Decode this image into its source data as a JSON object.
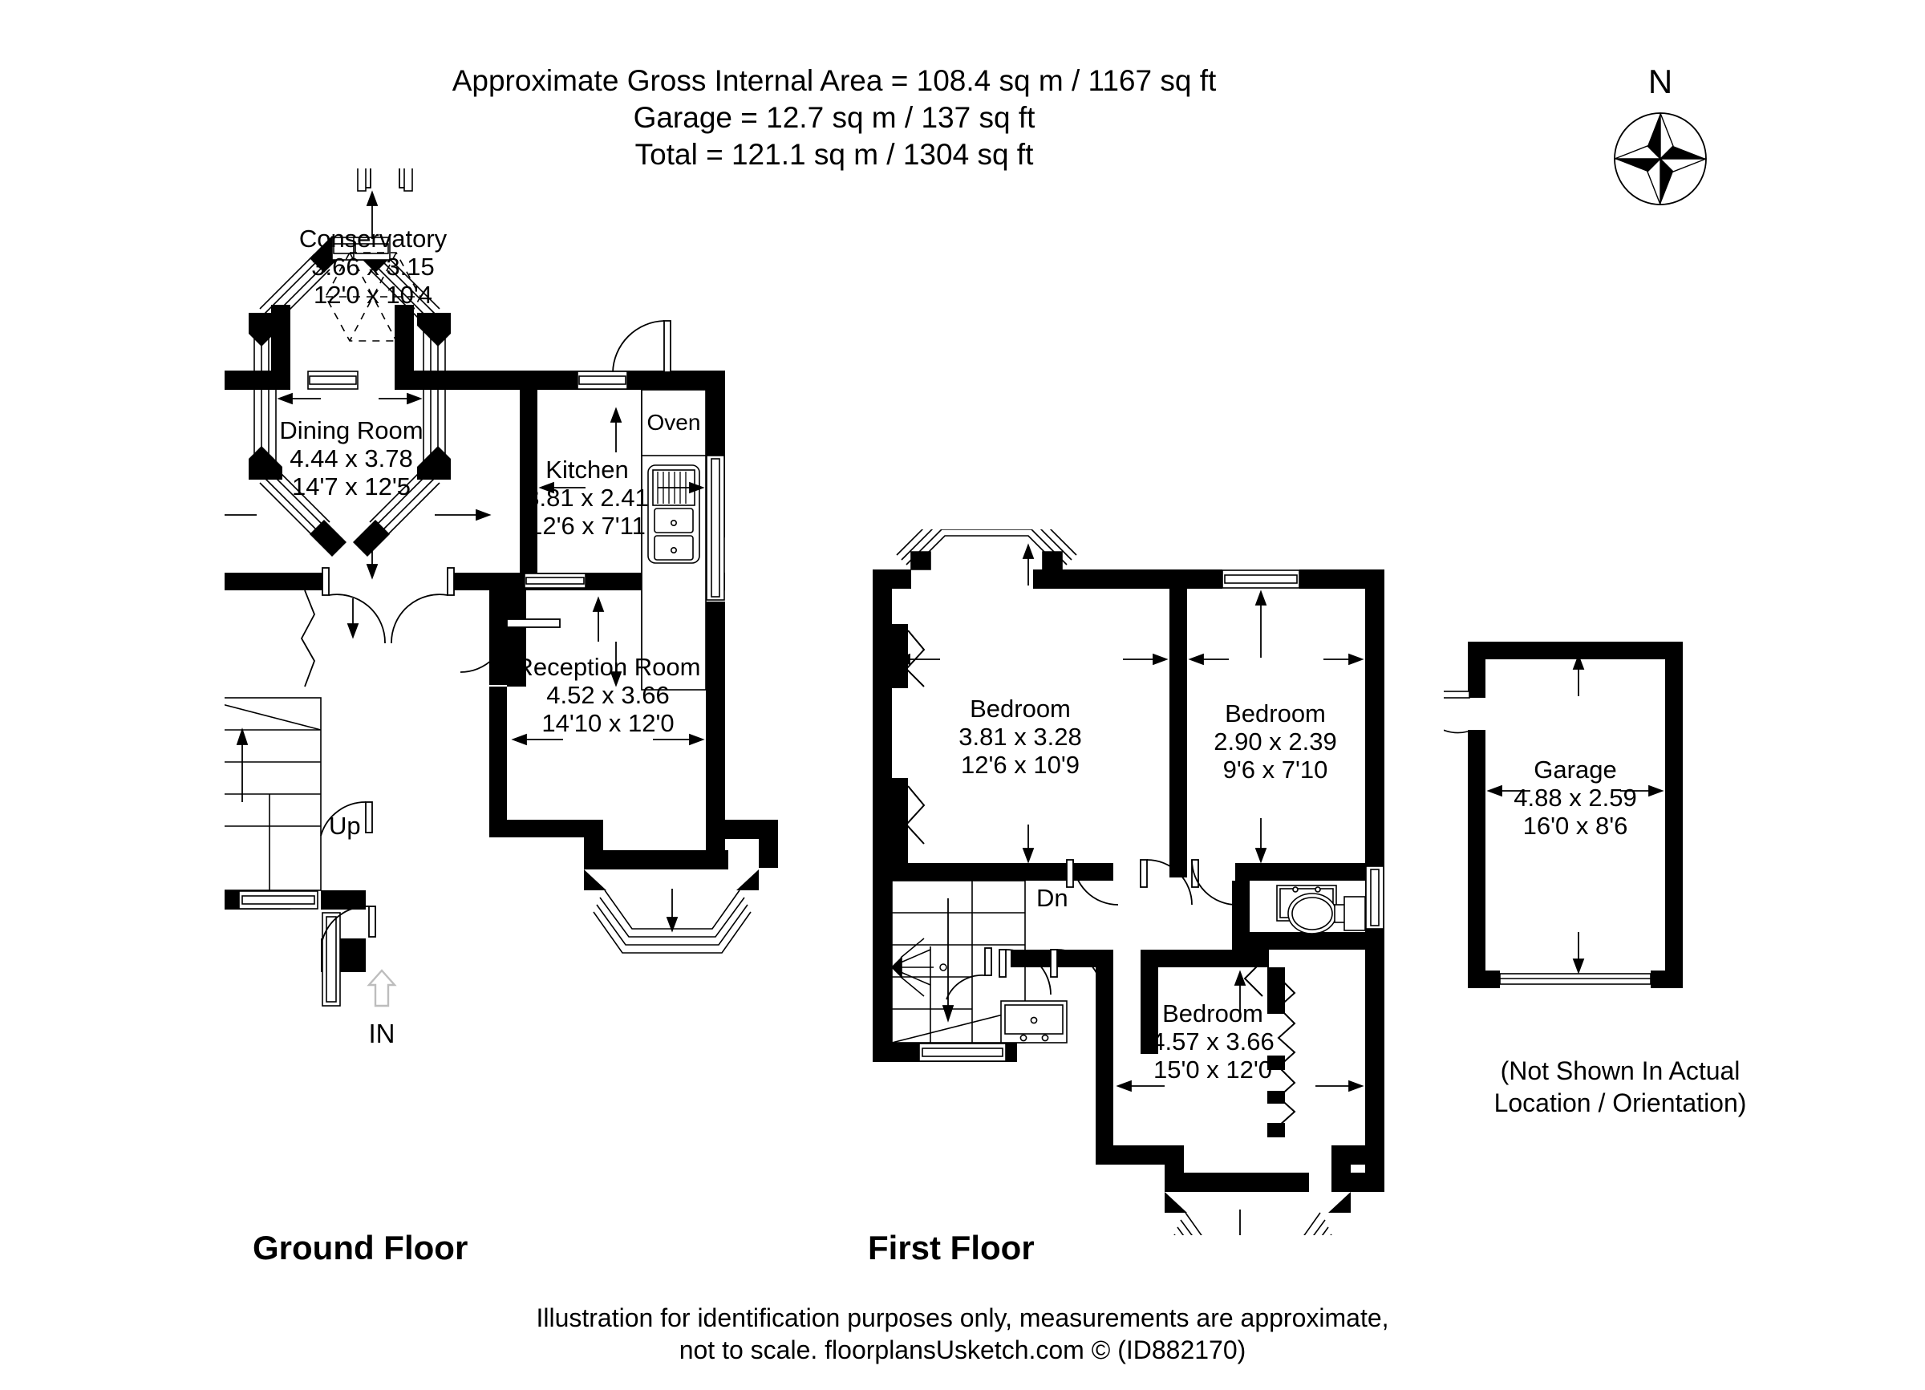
{
  "header": {
    "line1": "Approximate Gross Internal Area = 108.4 sq m / 1167 sq ft",
    "line2": "Garage = 12.7 sq m / 137 sq ft",
    "line3": "Total = 121.1 sq m / 1304 sq ft"
  },
  "compass": {
    "north_label": "N",
    "icon": "compass-rose-icon"
  },
  "floors": {
    "ground": {
      "caption": "Ground Floor",
      "entry_label": "IN",
      "stair_label": "Up",
      "rooms": [
        {
          "name": "Conservatory",
          "dim_metric": "3.66 x 3.15",
          "dim_imperial": "12'0 x 10'4"
        },
        {
          "name": "Dining Room",
          "dim_metric": "4.44 x 3.78",
          "dim_imperial": "14'7 x 12'5"
        },
        {
          "name": "Kitchen",
          "dim_metric": "3.81 x 2.41",
          "dim_imperial": "12'6 x 7'11"
        },
        {
          "name": "Reception Room",
          "dim_metric": "4.52 x 3.66",
          "dim_imperial": "14'10 x 12'0"
        }
      ],
      "fixtures": [
        {
          "label": "Oven"
        }
      ]
    },
    "first": {
      "caption": "First Floor",
      "stair_label": "Dn",
      "rooms": [
        {
          "name": "Bedroom",
          "dim_metric": "3.81 x 3.28",
          "dim_imperial": "12'6 x 10'9"
        },
        {
          "name": "Bedroom",
          "dim_metric": "2.90 x 2.39",
          "dim_imperial": "9'6 x 7'10"
        },
        {
          "name": "Bedroom",
          "dim_metric": "4.57 x 3.66",
          "dim_imperial": "15'0 x 12'0"
        }
      ]
    },
    "garage": {
      "name": "Garage",
      "dim_metric": "4.88 x 2.59",
      "dim_imperial": "16'0 x 8'6",
      "note_line1": "(Not Shown In Actual",
      "note_line2": "Location / Orientation)"
    }
  },
  "footer": {
    "line1": "Illustration for identification purposes only, measurements are approximate,",
    "line2": "not to scale. floorplansUsketch.com © (ID882170)"
  },
  "colors": {
    "wall": "#000000",
    "background": "#ffffff",
    "line": "#000000"
  }
}
